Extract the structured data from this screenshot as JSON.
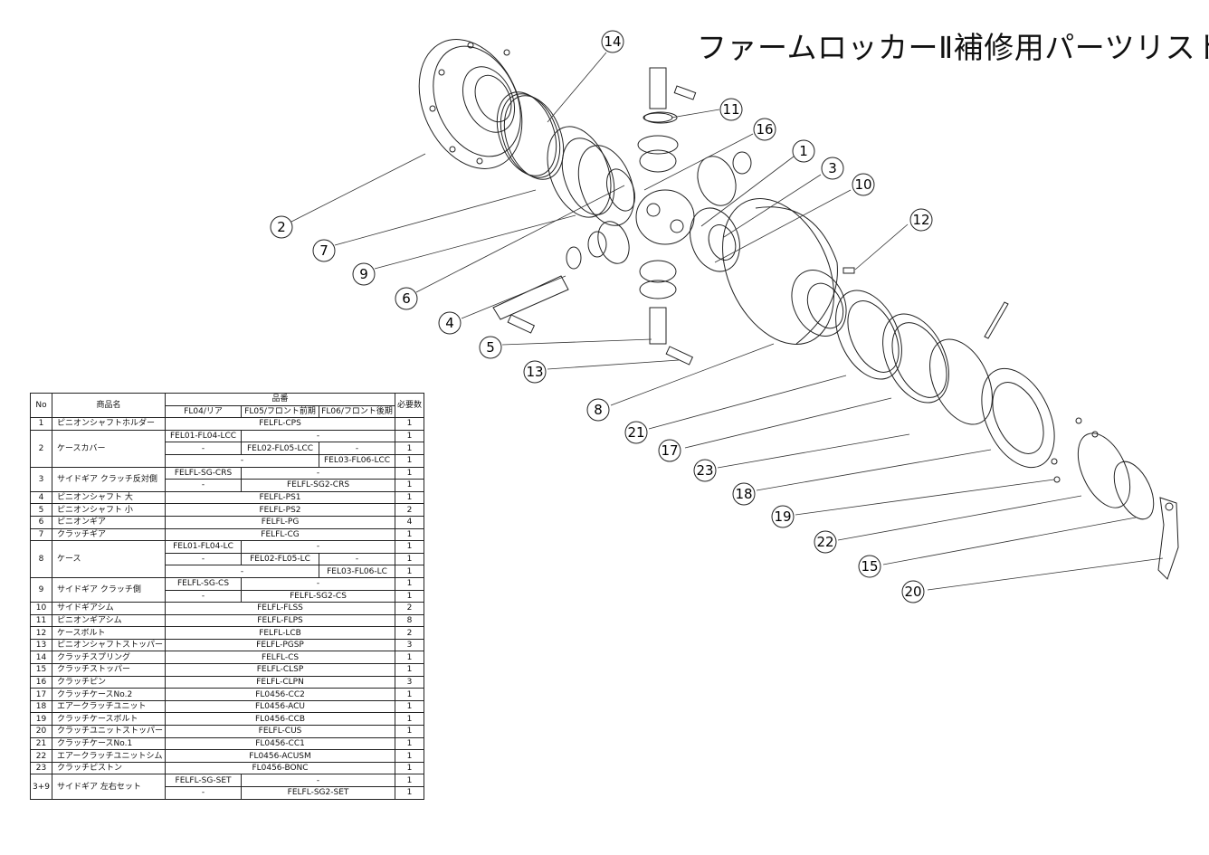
{
  "title": "ファームロッカーⅡ補修用パーツリスト",
  "callouts": [
    "14",
    "11",
    "16",
    "1",
    "3",
    "10",
    "12",
    "2",
    "7",
    "9",
    "6",
    "4",
    "5",
    "13",
    "8",
    "21",
    "17",
    "23",
    "18",
    "19",
    "22",
    "15",
    "20"
  ],
  "table": {
    "header": {
      "no": "No",
      "name": "商品名",
      "part_no": "品番",
      "required": "必要数",
      "fl04": "FL04/リア",
      "fl05": "FL05/フロント前期",
      "fl06": "FL06/フロント後期"
    },
    "rows": [
      {
        "no": "1",
        "name": "ピニオンシャフトホルダー",
        "lines": [
          {
            "all": "FELFL-CPS",
            "qty": "1"
          }
        ]
      },
      {
        "no": "2",
        "name": "ケースカバー",
        "lines": [
          {
            "c1": "FEL01-FL04-LCC",
            "c23": "-",
            "qty": "1"
          },
          {
            "c1": "-",
            "c2": "FEL02-FL05-LCC",
            "c3": "-",
            "qty": "1"
          },
          {
            "c12": "-",
            "c3": "FEL03-FL06-LCC",
            "qty": "1"
          }
        ]
      },
      {
        "no": "3",
        "name": "サイドギア クラッチ反対側",
        "lines": [
          {
            "c1": "FELFL-SG-CRS",
            "c23": "-",
            "qty": "1"
          },
          {
            "c1": "-",
            "c23": "FELFL-SG2-CRS",
            "qty": "1"
          }
        ]
      },
      {
        "no": "4",
        "name": "ピニオンシャフト 大",
        "lines": [
          {
            "all": "FELFL-PS1",
            "qty": "1"
          }
        ]
      },
      {
        "no": "5",
        "name": "ピニオンシャフト 小",
        "lines": [
          {
            "all": "FELFL-PS2",
            "qty": "2"
          }
        ]
      },
      {
        "no": "6",
        "name": "ピニオンギア",
        "lines": [
          {
            "all": "FELFL-PG",
            "qty": "4"
          }
        ]
      },
      {
        "no": "7",
        "name": "クラッチギア",
        "lines": [
          {
            "all": "FELFL-CG",
            "qty": "1"
          }
        ]
      },
      {
        "no": "8",
        "name": "ケース",
        "lines": [
          {
            "c1": "FEL01-FL04-LC",
            "c23": "-",
            "qty": "1"
          },
          {
            "c1": "-",
            "c2": "FEL02-FL05-LC",
            "c3": "-",
            "qty": "1"
          },
          {
            "c12": "-",
            "c3": "FEL03-FL06-LC",
            "qty": "1"
          }
        ]
      },
      {
        "no": "9",
        "name": "サイドギア クラッチ側",
        "lines": [
          {
            "c1": "FELFL-SG-CS",
            "c23": "-",
            "qty": "1"
          },
          {
            "c1": "-",
            "c23": "FELFL-SG2-CS",
            "qty": "1"
          }
        ]
      },
      {
        "no": "10",
        "name": "サイドギアシム",
        "lines": [
          {
            "all": "FELFL-FLSS",
            "qty": "2"
          }
        ]
      },
      {
        "no": "11",
        "name": "ピニオンギアシム",
        "lines": [
          {
            "all": "FELFL-FLPS",
            "qty": "8"
          }
        ]
      },
      {
        "no": "12",
        "name": "ケースボルト",
        "lines": [
          {
            "all": "FELFL-LCB",
            "qty": "2"
          }
        ]
      },
      {
        "no": "13",
        "name": "ピニオンシャフトストッパー",
        "lines": [
          {
            "all": "FELFL-PGSP",
            "qty": "3"
          }
        ]
      },
      {
        "no": "14",
        "name": "クラッチスプリング",
        "lines": [
          {
            "all": "FELFL-CS",
            "qty": "1"
          }
        ]
      },
      {
        "no": "15",
        "name": "クラッチストッパー",
        "lines": [
          {
            "all": "FELFL-CLSP",
            "qty": "1"
          }
        ]
      },
      {
        "no": "16",
        "name": "クラッチピン",
        "lines": [
          {
            "all": "FELFL-CLPN",
            "qty": "3"
          }
        ]
      },
      {
        "no": "17",
        "name": "クラッチケースNo.2",
        "lines": [
          {
            "all": "FL0456-CC2",
            "qty": "1"
          }
        ]
      },
      {
        "no": "18",
        "name": "エアークラッチユニット",
        "lines": [
          {
            "all": "FL0456-ACU",
            "qty": "1"
          }
        ]
      },
      {
        "no": "19",
        "name": "クラッチケースボルト",
        "lines": [
          {
            "all": "FL0456-CCB",
            "qty": "1"
          }
        ]
      },
      {
        "no": "20",
        "name": "クラッチユニットストッパー",
        "lines": [
          {
            "all": "FELFL-CUS",
            "qty": "1"
          }
        ]
      },
      {
        "no": "21",
        "name": "クラッチケースNo.1",
        "lines": [
          {
            "all": "FL0456-CC1",
            "qty": "1"
          }
        ]
      },
      {
        "no": "22",
        "name": "エアークラッチユニットシム",
        "lines": [
          {
            "all": "FL0456-ACUSM",
            "qty": "1"
          }
        ]
      },
      {
        "no": "23",
        "name": "クラッチピストン",
        "lines": [
          {
            "all": "FL0456-BONC",
            "qty": "1"
          }
        ]
      },
      {
        "no": "3+9",
        "name": "サイドギア 左右セット",
        "lines": [
          {
            "c1": "FELFL-SG-SET",
            "c23": "-",
            "qty": "1"
          },
          {
            "c1": "-",
            "c23": "FELFL-SG2-SET",
            "qty": "1"
          }
        ]
      }
    ]
  }
}
